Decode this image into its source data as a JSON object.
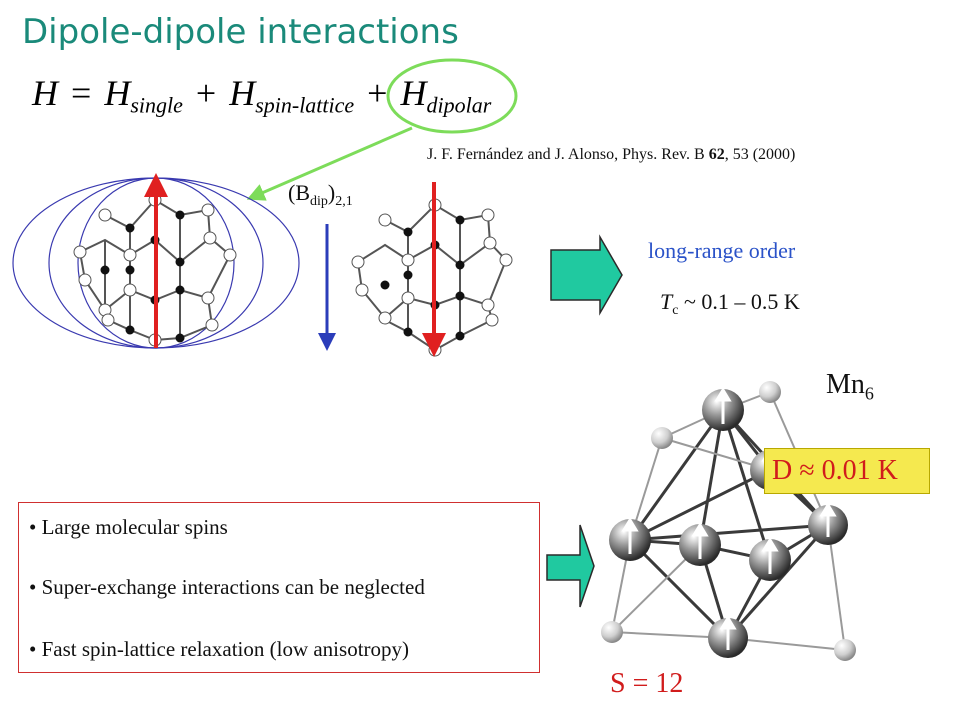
{
  "slide": {
    "title": "Dipole-dipole interactions",
    "hamiltonian": {
      "h": "H",
      "eq": "=",
      "plus": "+",
      "single": "single",
      "spin_lattice": "spin-lattice",
      "dipolar": "dipolar"
    },
    "reference": {
      "authors": "J. F. Fernández and J. Alonso, Phys. Rev. B ",
      "volume": "62",
      "pages": ", 53 (2000)"
    },
    "field_label": {
      "main": "(B",
      "sub_dip": "dip",
      "close": ")",
      "sub_index": "2,1"
    },
    "long_range_order": "long-range order",
    "tc": {
      "symbol": "T",
      "sub": "c",
      "value": " ~ 0.1 – 0.5 K"
    },
    "molecule": {
      "name": "Mn",
      "sub": "6",
      "anisotropy": "D ≈ 0.01 K",
      "spin": "S = 12"
    },
    "bullets": [
      "• Large molecular spins",
      "• Super-exchange interactions can be neglected",
      "• Fast spin-lattice relaxation (low anisotropy)"
    ],
    "colors": {
      "title": "#1a8a7a",
      "accent_green": "#7ddc5a",
      "arrow_fill": "#20c9a0",
      "spin_arrow": "#e02020",
      "field_arrow": "#2b3dba",
      "ellipse": "#3a3ab0"
    }
  }
}
